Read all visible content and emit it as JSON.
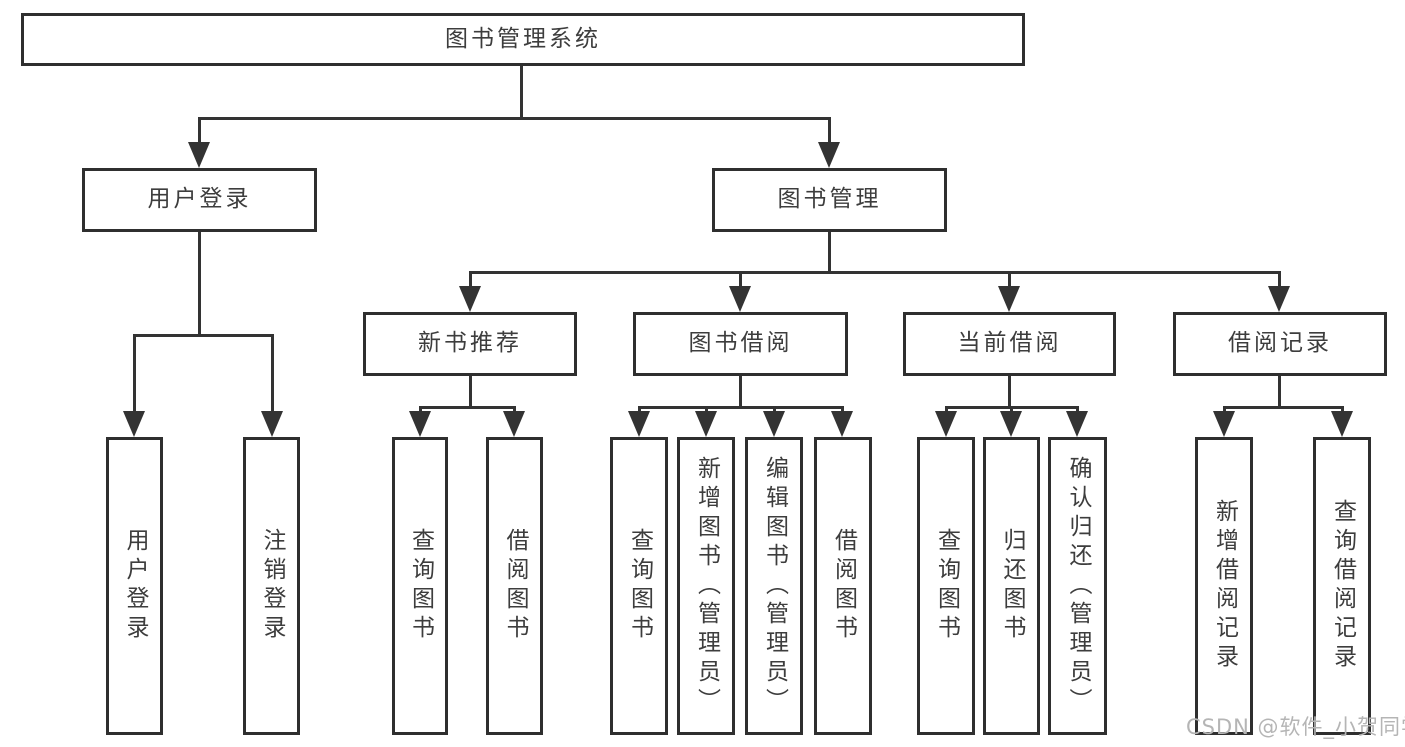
{
  "tree": {
    "label": "图书管理系统",
    "children": [
      {
        "label": "用户登录",
        "children": [
          {
            "label": "用户登录"
          },
          {
            "label": "注销登录"
          }
        ]
      },
      {
        "label": "图书管理",
        "children": [
          {
            "label": "新书推荐",
            "children": [
              {
                "label": "查询图书"
              },
              {
                "label": "借阅图书"
              }
            ]
          },
          {
            "label": "图书借阅",
            "children": [
              {
                "label": "查询图书"
              },
              {
                "label": "新增图书（管理员）"
              },
              {
                "label": "编辑图书（管理员）"
              },
              {
                "label": "借阅图书"
              }
            ]
          },
          {
            "label": "当前借阅",
            "children": [
              {
                "label": "查询图书"
              },
              {
                "label": "归还图书"
              },
              {
                "label": "确认归还（管理员）"
              }
            ]
          },
          {
            "label": "借阅记录",
            "children": [
              {
                "label": "新增借阅记录"
              },
              {
                "label": "查询借阅记录"
              }
            ]
          }
        ]
      }
    ]
  },
  "watermark": "CSDN @软件_小贺同学",
  "colors": {
    "line": "#333333",
    "border": "#2f2f2f",
    "text": "#3d3d3d",
    "watermark": "#b5b5b5",
    "background": "#ffffff"
  }
}
